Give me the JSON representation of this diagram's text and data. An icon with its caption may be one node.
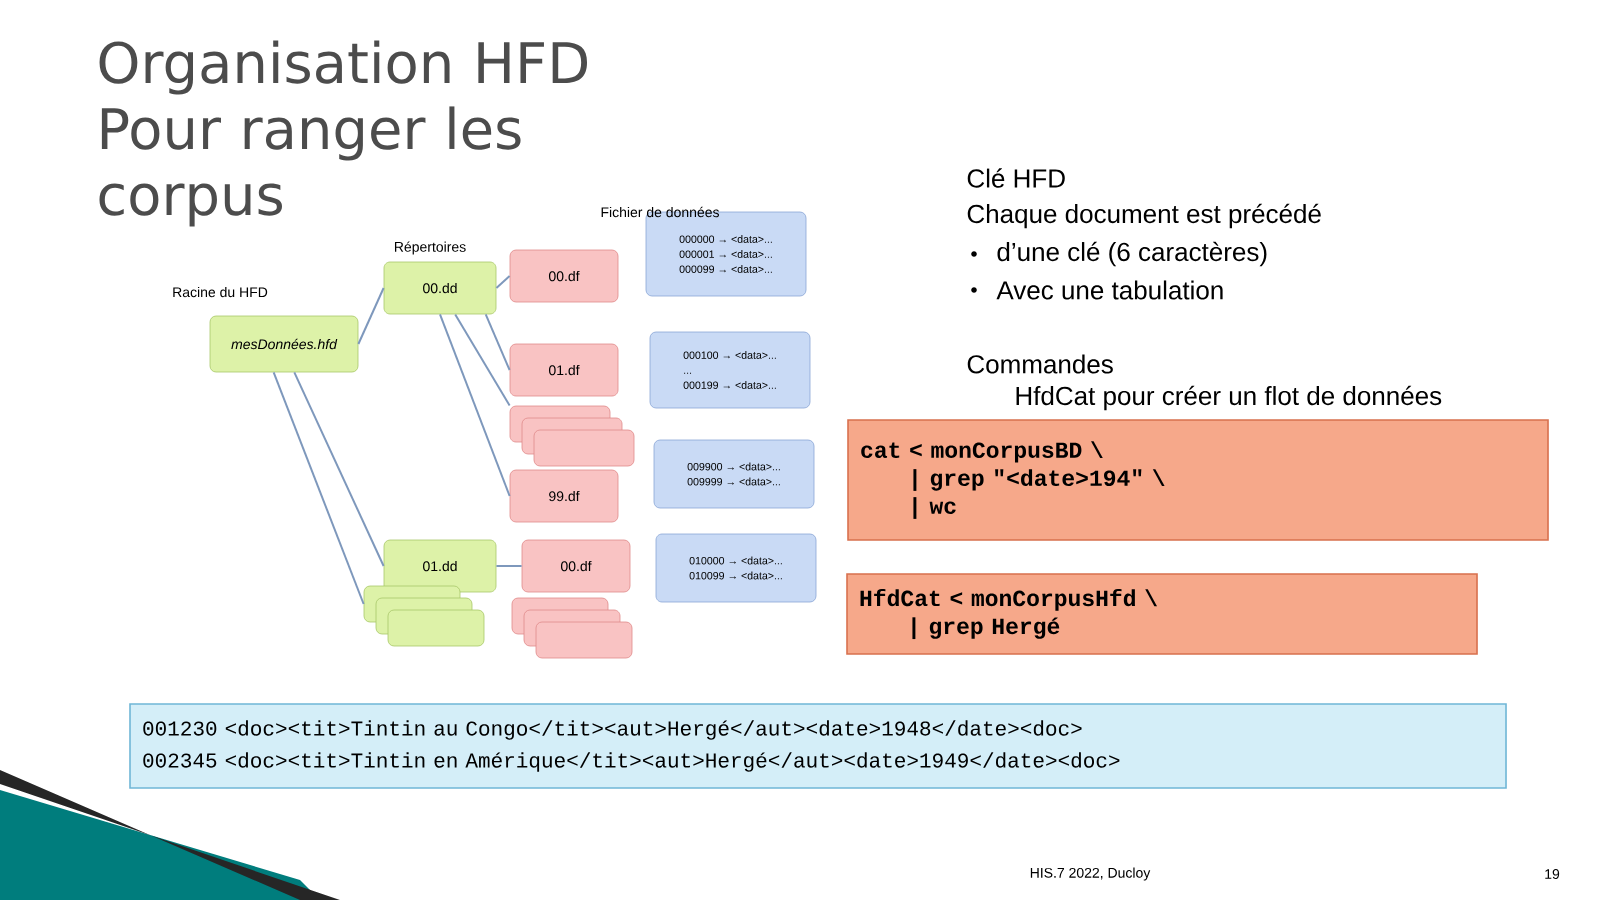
{
  "diagram": {
    "title": "Organisation HFD Pour ranger les corpus",
    "nodes": [
      {
        "text": [
          "mesDonnées.hfd"
        ],
        "beside": [
          "Racine du HFD"
        ]
      },
      {
        "text": [
          "00.dd"
        ],
        "beside": [
          "Répertoires"
        ]
      },
      {
        "text": [
          "00.df"
        ]
      },
      {
        "text": [
          "01.df"
        ]
      },
      {
        "text": [],
        "shape": "box"
      },
      {
        "text": [
          "99.df"
        ]
      },
      {
        "text": [
          "01.dd"
        ]
      },
      {
        "text": [
          "00.df"
        ]
      },
      {
        "text": [],
        "shape": "box"
      },
      {
        "text": [],
        "shape": "box"
      },
      {
        "text": [
          "000000 → <data>...",
          "000001 → <data>...",
          "000099 → <data>..."
        ],
        "beside": [
          "Fichier de données"
        ]
      },
      {
        "text": [
          "000100 → <data>...",
          "...",
          "000199 → <data>..."
        ]
      },
      {
        "text": [
          "009900 → <data>...",
          "009999 → <data>..."
        ]
      },
      {
        "text": [
          "010000 → <data>...",
          "010099 → <data>..."
        ]
      },
      {
        "text": [
          "cat < monCorpusBD \\",
          "| grep \"<date>194\" \\",
          "| wc"
        ]
      },
      {
        "text": [
          "HfdCat < monCorpusHfd \\",
          "| grep Hergé"
        ]
      },
      {
        "text": [
          "001230 <doc><tit>Tintin au Congo</tit><aut>Hergé</aut><date>1948</date><doc>",
          "002345 <doc><tit>Tintin en Amérique</tit><aut>Hergé</aut><date>1949</date><doc>"
        ]
      }
    ],
    "edges": [
      {
        "from": 0,
        "to": 1,
        "arrow": "none"
      },
      {
        "from": 0,
        "to": 6,
        "arrow": "none"
      },
      {
        "from": 0,
        "to": 8,
        "arrow": "none"
      },
      {
        "from": 1,
        "to": 2,
        "arrow": "none"
      },
      {
        "from": 1,
        "to": 3,
        "arrow": "none"
      },
      {
        "from": 1,
        "to": 4,
        "arrow": "none"
      },
      {
        "from": 1,
        "to": 5,
        "arrow": "none"
      },
      {
        "from": 6,
        "to": 7,
        "arrow": "none"
      }
    ],
    "labels": [
      "Clé HFD",
      "Chaque document est précédé",
      "d’une clé (6 caractères)",
      "Avec une tabulation",
      "Commandes",
      "HfdCat pour créer un flot de données",
      "HIS.7 2022, Ducloy",
      "19"
    ]
  }
}
